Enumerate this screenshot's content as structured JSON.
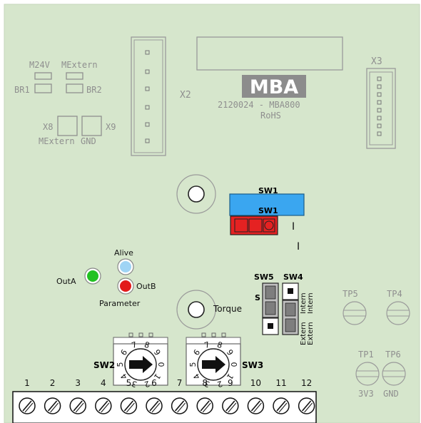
{
  "board": {
    "logo": "MBA",
    "part_number": "2120024 - MBA800",
    "compliance": "RoHS"
  },
  "connectors": {
    "x2": "X2",
    "x3": "X3",
    "x8": "X8",
    "x9": "X9",
    "x8_label": "MExtern",
    "x9_label": "GND"
  },
  "bridges": {
    "m24v": "M24V",
    "mextern": "MExtern",
    "br1": "BR1",
    "br2": "BR2"
  },
  "switches": {
    "sw1_top": "SW1",
    "sw1_red": "SW1",
    "sw1_mark_a": "I",
    "sw1_mark_b": "I",
    "sw2": "SW2",
    "sw3": "SW3",
    "sw4": "SW4",
    "sw5": "SW5",
    "sw_partial": "S",
    "intern_a": "Intern",
    "extern_a": "Extern",
    "intern_b": "Intern",
    "extern_b": "Extern",
    "dial_digits": [
      "0",
      "1",
      "2",
      "3",
      "4",
      "5",
      "6",
      "7",
      "8",
      "9"
    ]
  },
  "leds": {
    "alive": "Alive",
    "out_a": "OutA",
    "out_b": "OutB",
    "parameter": "Parameter",
    "colors": {
      "alive": "#9fd4f5",
      "out_a": "#22c122",
      "out_b": "#e21b1b"
    }
  },
  "trimmer": {
    "torque": "Torque"
  },
  "test_points": {
    "tp5": "TP5",
    "tp4": "TP4",
    "tp1": "TP1",
    "tp6": "TP6",
    "tp1_label": "3V3",
    "tp6_label": "GND"
  },
  "terminal": {
    "pins": [
      "1",
      "2",
      "3",
      "4",
      "5",
      "6",
      "7",
      "8",
      "9",
      "10",
      "11",
      "12"
    ]
  },
  "colors": {
    "pcb": "#d6e6cc",
    "sw1_blue": "#3aa6f0",
    "sw1_red": "#e52222",
    "silkscreen": "#8f8f8f"
  }
}
